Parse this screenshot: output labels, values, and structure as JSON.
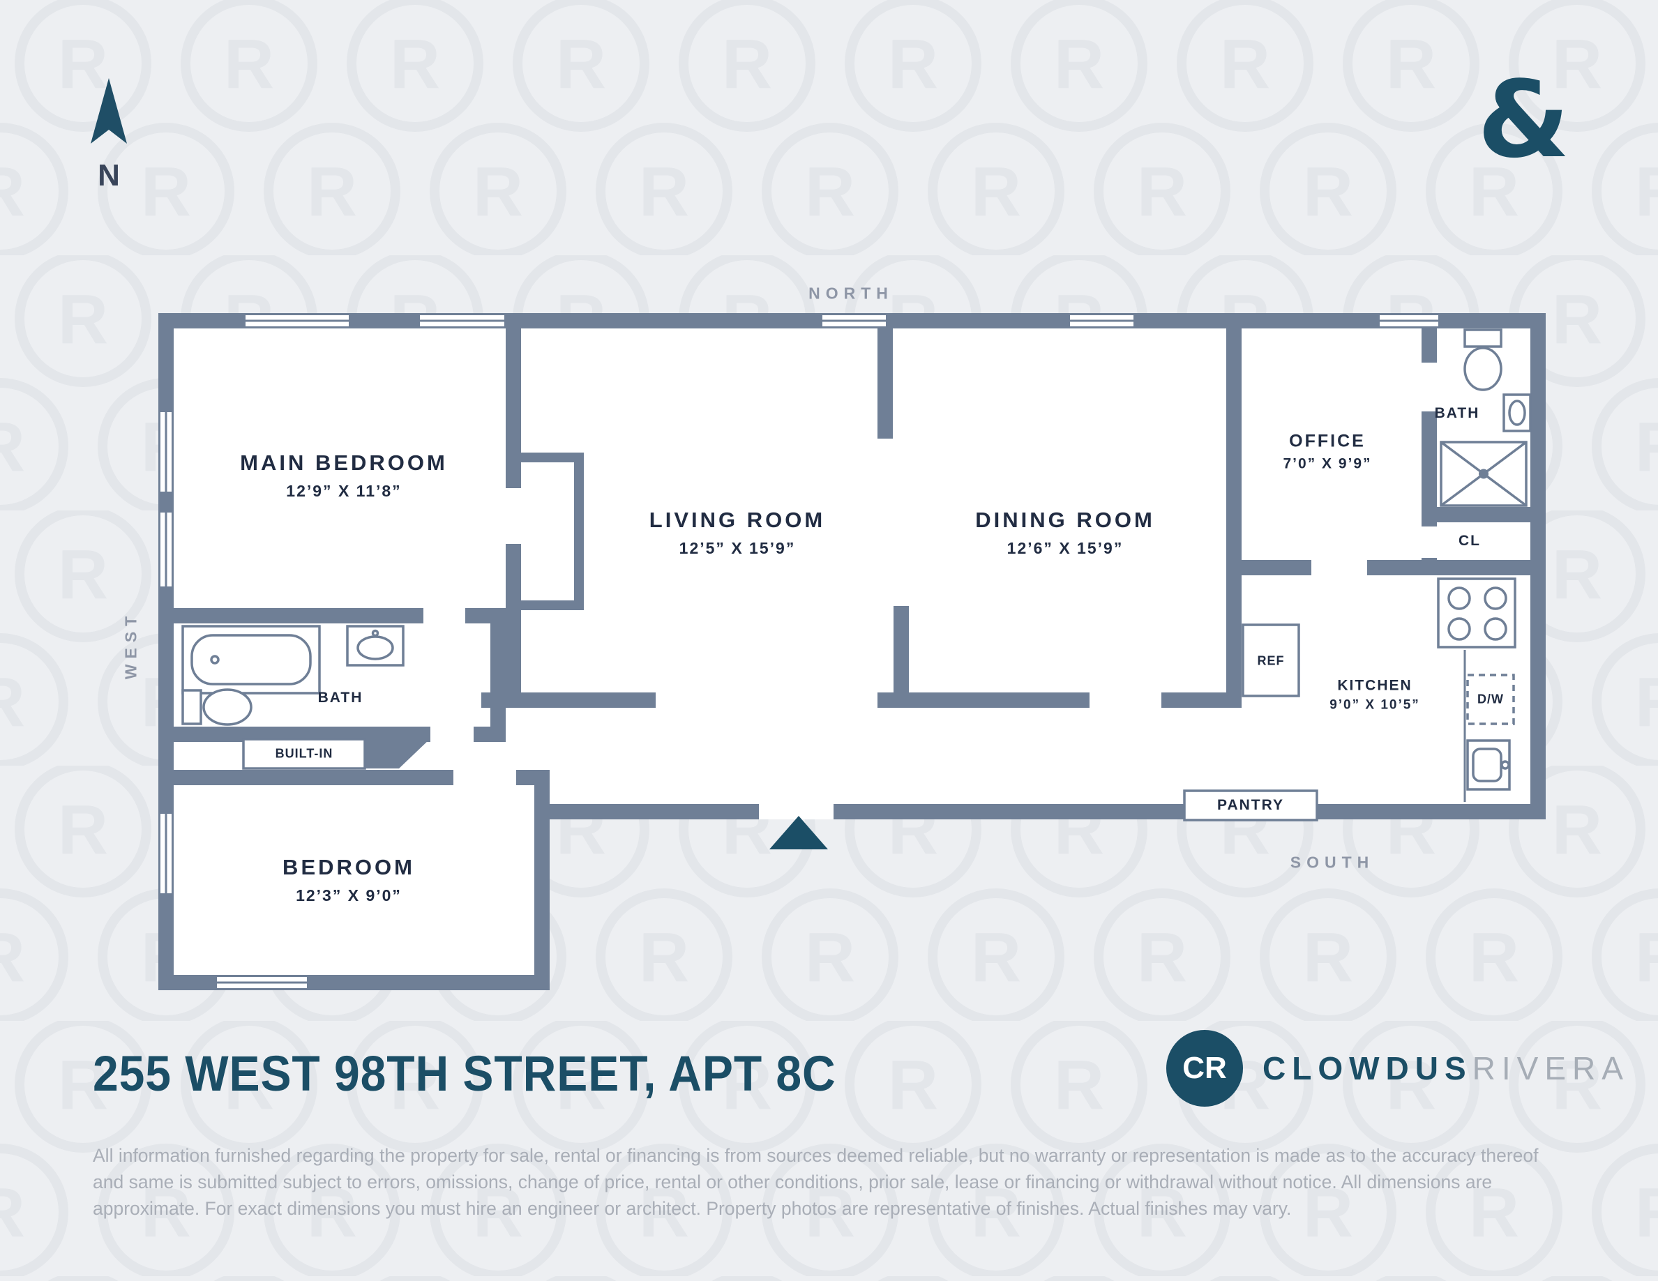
{
  "page": {
    "bg_color": "#edeff2",
    "accent_color": "#1b4e66",
    "wall_color": "#6f7f96"
  },
  "compass": {
    "label": "N"
  },
  "brand_mark": {
    "ampersand": "&"
  },
  "directions": {
    "north": "NORTH",
    "west": "WEST",
    "south": "SOUTH"
  },
  "rooms": {
    "main_bedroom": {
      "name": "MAIN BEDROOM",
      "dims": "12’9” X 11’8”"
    },
    "living_room": {
      "name": "LIVING ROOM",
      "dims": "12’5” X 15’9”"
    },
    "dining_room": {
      "name": "DINING ROOM",
      "dims": "12’6” X 15’9”"
    },
    "office": {
      "name": "OFFICE",
      "dims": "7’0” X 9’9”"
    },
    "kitchen": {
      "name": "KITCHEN",
      "dims": "9’0” X 10’5”"
    },
    "bedroom": {
      "name": "BEDROOM",
      "dims": "12’3” X 9’0”"
    },
    "bath_top": {
      "name": "BATH"
    },
    "bath_left": {
      "name": "BATH"
    },
    "closet": {
      "name": "CL"
    },
    "built_in": {
      "name": "BUILT-IN"
    },
    "pantry": {
      "name": "PANTRY"
    },
    "ref": {
      "name": "REF"
    },
    "dishwasher": {
      "name": "D/W"
    }
  },
  "footer": {
    "title": "255 WEST 98TH STREET, APT 8C",
    "logo_monogram": "CR",
    "brand_primary": "CLOWDUS",
    "brand_secondary": "RIVERA",
    "disclaimer": "All information furnished regarding the property for sale, rental or financing is from sources deemed reliable, but no warranty or representation is made as to the accuracy thereof and same is submitted subject to errors, omissions, change of price, rental or other conditions, prior sale, lease or financing or withdrawal without notice. All dimensions are approximate. For exact dimensions you must hire an engineer or architect. Property photos are representative of finishes. Actual finishes may vary."
  }
}
